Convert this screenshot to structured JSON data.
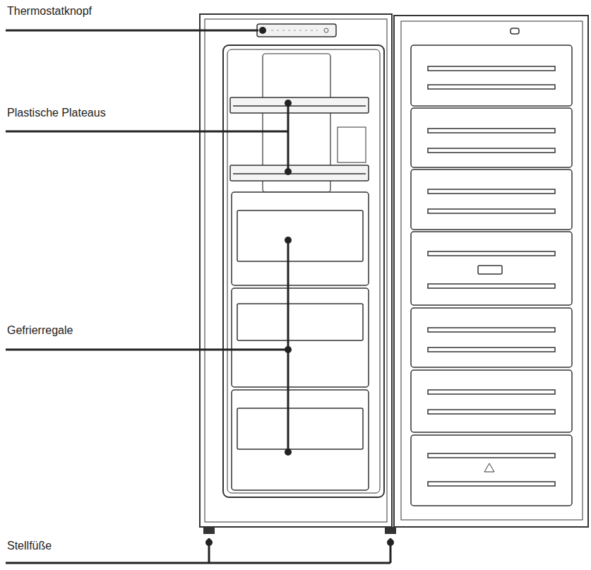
{
  "diagram": {
    "labels": [
      "Thermostatknopf",
      "Plastische Plateaus",
      "Gefrierregale",
      "Stellfüße"
    ]
  }
}
